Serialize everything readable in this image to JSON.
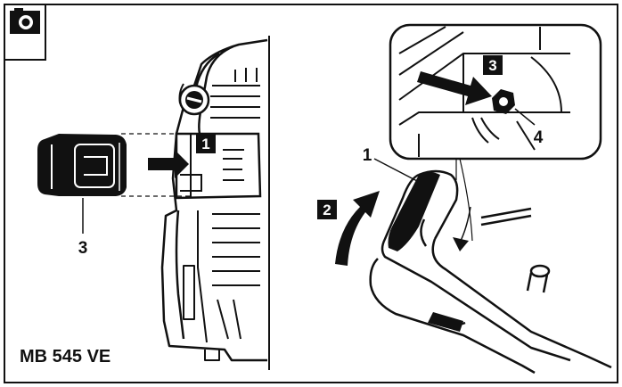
{
  "figure": {
    "model_label": "MB 545 VE",
    "camera_icon": "camera-icon",
    "colors": {
      "ink": "#111111",
      "paper": "#ffffff",
      "shade": "#d8d8d8"
    }
  },
  "left_panel": {
    "step_badge": "1",
    "callout_battery": "3"
  },
  "right_panel": {
    "step_badge_2": "2",
    "step_badge_3": "3",
    "callout_handle": "1",
    "callout_button": "4"
  }
}
